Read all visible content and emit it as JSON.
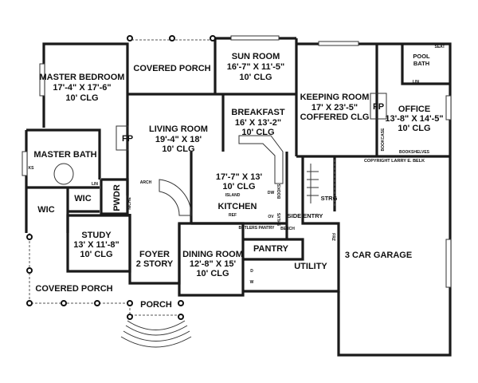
{
  "rooms": {
    "master_bedroom": [
      "MASTER BEDROOM",
      "17'-4\" X 17'-6\"",
      "10' CLG"
    ],
    "covered_porch_rear": [
      "COVERED PORCH"
    ],
    "sun_room": [
      "SUN ROOM",
      "16'-7\" X 11'-5\"",
      "10' CLG"
    ],
    "keeping_room": [
      "KEEPING ROOM",
      "17' X 23'-5\"",
      "COFFERED CLG"
    ],
    "office": [
      "OFFICE",
      "13'-8\" X 14'-5\"",
      "10' CLG"
    ],
    "pool_bath": [
      "POOL",
      "BATH"
    ],
    "living_room": [
      "LIVING ROOM",
      "19'-4\" X 18'",
      "10' CLG"
    ],
    "breakfast": [
      "BREAKFAST",
      "16' X 13'-2\"",
      "10' CLG"
    ],
    "kitchen": [
      "17'-7\" X 13'",
      "10' CLG",
      "KITCHEN"
    ],
    "master_bath": [
      "MASTER BATH"
    ],
    "wic_left": [
      "WIC"
    ],
    "wic_right": [
      "WIC"
    ],
    "pwdr": [
      "PWDR"
    ],
    "study": [
      "STUDY",
      "13' X 11'-8\"",
      "10' CLG"
    ],
    "foyer": [
      "FOYER",
      "2 STORY"
    ],
    "dining_room": [
      "DINING ROOM",
      "12'-8\" X 15'",
      "10' CLG"
    ],
    "covered_porch_front": [
      "COVERED PORCH"
    ],
    "porch": [
      "PORCH"
    ],
    "pantry": [
      "PANTRY"
    ],
    "utility": [
      "UTILITY"
    ],
    "garage": [
      "3 CAR GARAGE"
    ],
    "side_entry": [
      "SIDE ENTRY"
    ],
    "strg": [
      "STRG"
    ]
  },
  "small_labels": {
    "fp_living": "FP",
    "fp_keeping": "FP",
    "bookcase": "BOOKCASE",
    "bookshelves": "BOOKSHELVES",
    "arch": "ARCH",
    "island": "ISLAND",
    "ref": "REF",
    "dw": "DW",
    "ov": "OV",
    "bench": "BENCH",
    "butlers_pantry": "BUTLERS PANTRY",
    "frz": "FRZ",
    "lin": "LIN",
    "ks": "KS",
    "niche": "NICHE",
    "seat": "SEAT",
    "d": "D",
    "w": "W",
    "books": "BOOKS",
    "shelves": "SHLVS"
  },
  "copyright": "COPYRIGHT LARRY E. BELK"
}
